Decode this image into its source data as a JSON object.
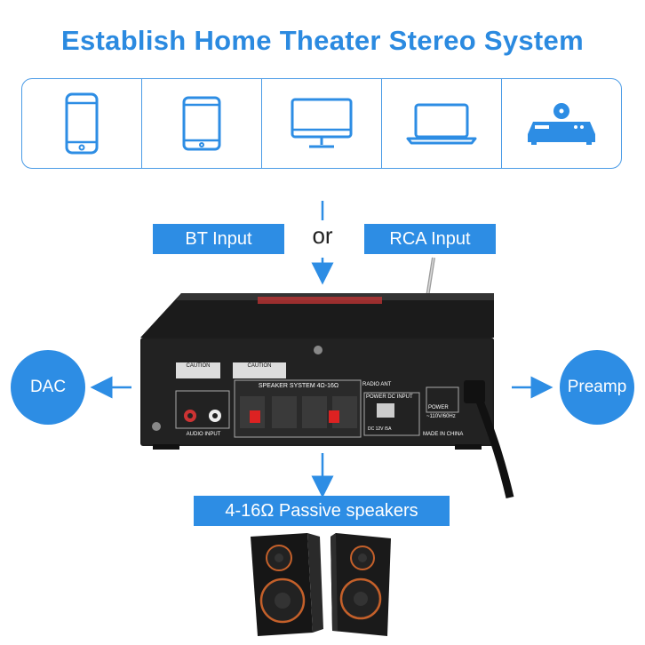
{
  "title": "Establish Home Theater Stereo System",
  "devices": [
    {
      "name": "phone-icon"
    },
    {
      "name": "tablet-icon"
    },
    {
      "name": "monitor-icon"
    },
    {
      "name": "laptop-icon"
    },
    {
      "name": "dvd-player-icon"
    }
  ],
  "inputs": {
    "bt": "BT Input",
    "or": "or",
    "rca": "RCA Input"
  },
  "outputs": {
    "dac": "DAC",
    "preamp": "Preamp",
    "speakers": "4-16Ω Passive speakers"
  },
  "amplifier": {
    "speaker_system": "SPEAKER SYSTEM 4Ω-16Ω",
    "radio_ant": "RADIO ANT",
    "power_dc_input": "POWER DC INPUT",
    "power": "POWER",
    "voltage": "~110V/60Hz",
    "dc_rating": "DC 12V /5A",
    "made_in": "MADE IN CHINA",
    "audio_input": "AUDIO INPUT",
    "caution_left": "CAUTION",
    "caution_right": "CAUTION"
  },
  "colors": {
    "accent": "#2d8de4",
    "outline": "#4a9be6"
  }
}
